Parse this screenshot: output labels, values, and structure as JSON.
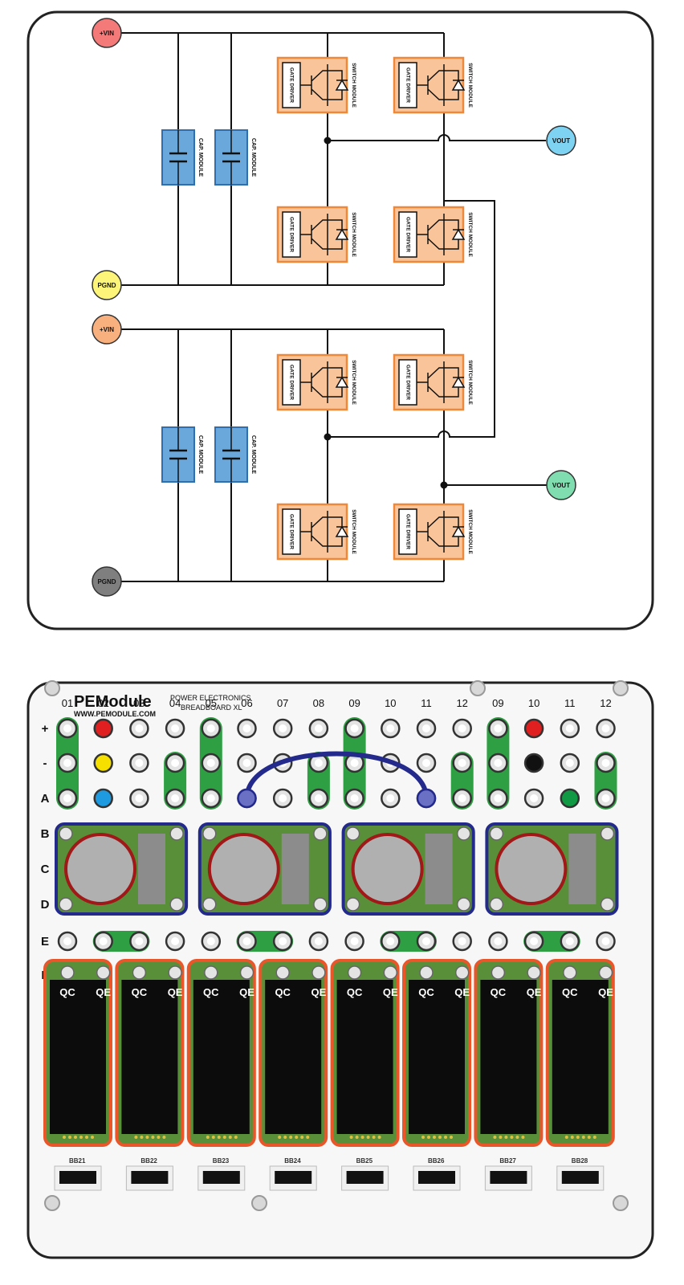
{
  "schematic": {
    "terminals": {
      "vin1": "+VIN",
      "pgnd1": "PGND",
      "vin2": "+VIN",
      "pgnd2": "PGND",
      "vout1": "VOUT",
      "vout2": "VOUT"
    },
    "module_labels": {
      "gate_driver": "GATE DRIVER",
      "switch_module": "SWITCH MODULE",
      "cap_module": "CAP. MODULE"
    },
    "colors": {
      "vin1": "#f47a7a",
      "pgnd1": "#fcf57a",
      "vin2": "#f9b07f",
      "pgnd2": "#7f7f7f",
      "vout1": "#7fd3f2",
      "vout2": "#7fddb0",
      "switch_fill": "#f9c49a",
      "switch_border": "#f0883a",
      "cap_fill": "#6aa8dc",
      "cap_border": "#2f6fb0"
    }
  },
  "breadboard": {
    "brand": "PEModule",
    "website": "WWW.PEMODULE.COM",
    "subtitle_line1": "POWER ELECTRONICS",
    "subtitle_line2": "BREADBOARD XL",
    "columns": [
      "01",
      "02",
      "03",
      "04",
      "05",
      "06",
      "07",
      "08",
      "09",
      "10",
      "11",
      "12",
      "09",
      "10",
      "11",
      "12"
    ],
    "rows": [
      "+",
      "-",
      "A",
      "B",
      "C",
      "D",
      "E",
      "F"
    ],
    "module_tags": {
      "qc": "QC",
      "qe": "QE"
    },
    "bb_labels": [
      "BB21",
      "BB22",
      "BB23",
      "BB24",
      "BB25",
      "BB26",
      "BB27",
      "BB28"
    ],
    "colors": {
      "board": "#f7f7f7",
      "green": "#2ea043",
      "navy": "#232a8c",
      "orange": "#e8562a",
      "pcb": "#5a8f3a"
    }
  }
}
